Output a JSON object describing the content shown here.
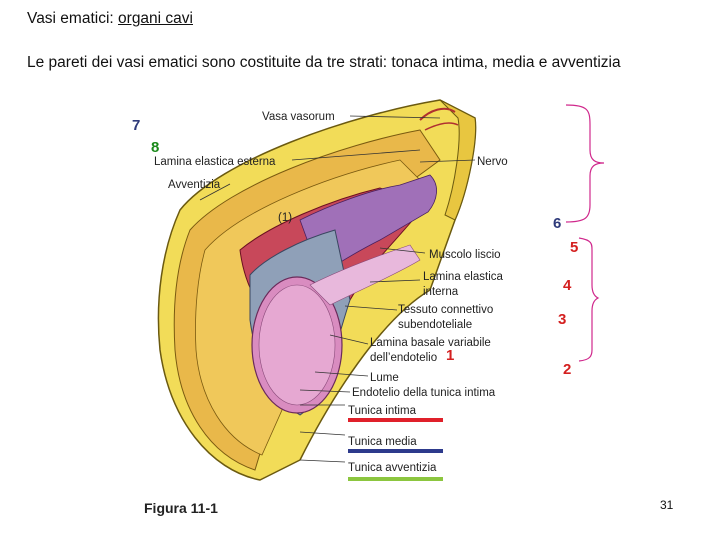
{
  "title": {
    "prefix": "Vasi ematici: ",
    "link": "organi cavi"
  },
  "subtitle": "Le pareti dei vasi ematici sono costituite da tre strati: tonaca intima, media e avventizia",
  "labels": {
    "vasa_vasorum": "Vasa vasorum",
    "lamina_elastica_esterna": "Lamina elastica esterna",
    "nervo": "Nervo",
    "avventizia": "Avventizia",
    "marker_1_paren": "(1)",
    "muscolo_liscio": "Muscolo liscio",
    "lamina_elastica_interna_1": "Lamina elastica",
    "lamina_elastica_interna_2": "interna",
    "tessuto_connettivo_1": "Tessuto connettivo",
    "tessuto_connettivo_2": "subendoteliale",
    "lamina_basale_1": "Lamina basale variabile",
    "lamina_basale_2": "dell’endotelio",
    "lume": "Lume",
    "endotelio": "Endotelio della tunica intima",
    "tunica_intima": "Tunica intima",
    "tunica_media": "Tunica media",
    "tunica_avventizia": "Tunica avventizia",
    "figure_caption": "Figura 11-1"
  },
  "numbers": {
    "n7": "7",
    "n8": "8",
    "n6": "6",
    "n5": "5",
    "n4": "4",
    "n3": "3",
    "n2": "2",
    "n1": "1"
  },
  "colors": {
    "intima_line": "#e0202a",
    "media_line": "#2d3a8c",
    "avventizia_line": "#8cc63f",
    "number_blue": "#2e3a7a",
    "number_red": "#d42020",
    "number_green": "#1a8a1a",
    "bracket": "#d0288c"
  },
  "page_number": "31"
}
